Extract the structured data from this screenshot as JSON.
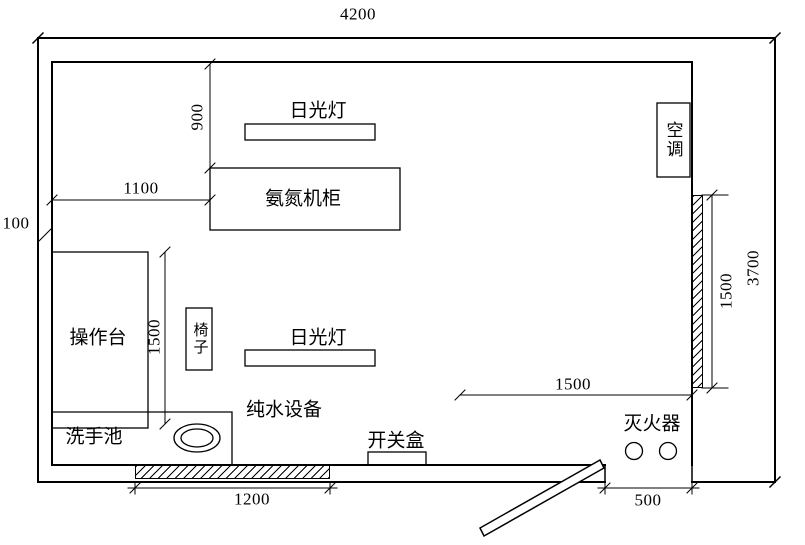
{
  "drawing": {
    "dimensions": {
      "overall_width": "4200",
      "overall_height": "3700",
      "lamp_offset": "900",
      "cabinet_offset": "1100",
      "wall_offset": "100",
      "bench_length": "1500",
      "window_right_length": "1500",
      "floor_zone": "1500",
      "window_bottom_length": "1200",
      "door_width": "500"
    },
    "fixtures": {
      "lamp_top": "日光灯",
      "cabinet": "氨氮机柜",
      "air_conditioner": "空调",
      "workbench": "操作台",
      "chair": "椅子",
      "lamp_bottom": "日光灯",
      "sink": "洗手池",
      "pure_water_equipment": "纯水设备",
      "switch_box": "开关盒",
      "fire_extinguisher": "灭火器"
    }
  }
}
